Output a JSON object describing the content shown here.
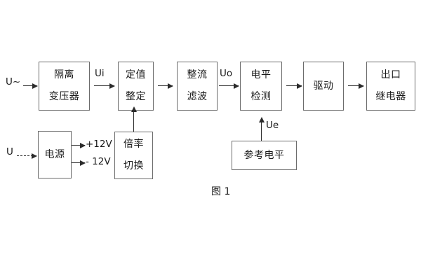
{
  "figure": {
    "caption": "图 1",
    "stroke_color": "#6b6b6b",
    "arrow_color": "#2b2b2b",
    "text_color": "#1a1a1a",
    "background": "#ffffff"
  },
  "signal_chain": {
    "input_label": "U~",
    "blocks": [
      {
        "id": "isolation-transformer",
        "line1": "隔离",
        "line2": "变压器"
      },
      {
        "id": "setpoint-adjust",
        "line1": "定值",
        "line2": "整定"
      },
      {
        "id": "rectify-filter",
        "line1": "整流",
        "line2": "滤波"
      },
      {
        "id": "level-detect",
        "line1": "电平",
        "line2": "检测"
      },
      {
        "id": "drive",
        "line1": "驱动",
        "line2": ""
      },
      {
        "id": "output-relay",
        "line1": "出口",
        "line2": "继电器"
      }
    ],
    "signal_labels": {
      "ui": "Ui",
      "uo": "Uo",
      "ue": "Ue"
    }
  },
  "power_chain": {
    "input_label": "U",
    "power_supply": {
      "id": "power-supply",
      "line1": "电源",
      "line2": ""
    },
    "rails": [
      {
        "id": "rail-positive",
        "label": "+12V"
      },
      {
        "id": "rail-negative",
        "label": "- 12V"
      }
    ],
    "multiplier_switch": {
      "id": "multiplier-switch",
      "line1": "倍率",
      "line2": "切换"
    }
  },
  "reference": {
    "reference_level": {
      "id": "reference-level",
      "line1": "参考电平",
      "line2": ""
    }
  }
}
